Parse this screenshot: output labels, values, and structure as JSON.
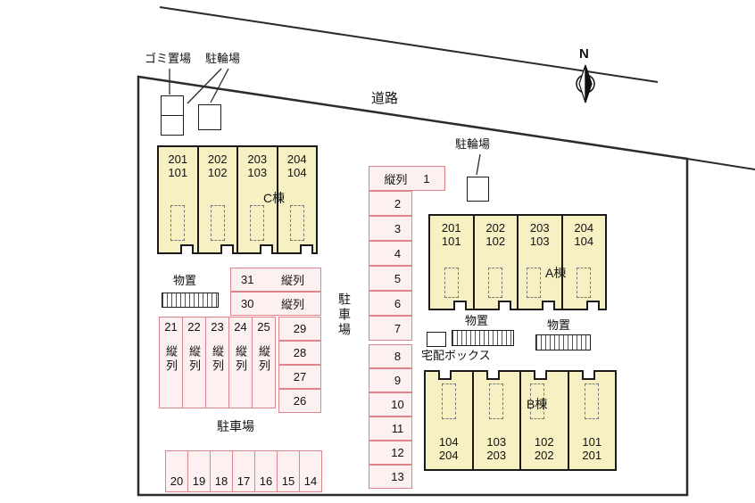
{
  "colors": {
    "building_fill": "#f6f0c2",
    "building_border": "#1a1a1a",
    "parking_fill": "#fcf0f0",
    "parking_border": "#dd848c",
    "boundary": "#2b2b2b"
  },
  "labels": {
    "garbage": "ゴミ置場",
    "bicycle_top": "駐輪場",
    "bicycle_a": "駐輪場",
    "road": "道路",
    "north": "N",
    "storage_left": "物置",
    "storage_mid": "物置",
    "storage_right": "物置",
    "delivery_box": "宅配ボックス",
    "parking_side": "駐車場",
    "parking_bottom": "駐車場"
  },
  "buildings": {
    "c": {
      "name": "C棟",
      "units": [
        {
          "upper": "201",
          "lower": "101"
        },
        {
          "upper": "202",
          "lower": "102"
        },
        {
          "upper": "203",
          "lower": "103"
        },
        {
          "upper": "204",
          "lower": "104"
        }
      ]
    },
    "a": {
      "name": "A棟",
      "units": [
        {
          "upper": "201",
          "lower": "101"
        },
        {
          "upper": "202",
          "lower": "102"
        },
        {
          "upper": "203",
          "lower": "103"
        },
        {
          "upper": "204",
          "lower": "104"
        }
      ]
    },
    "b": {
      "name": "B棟",
      "units": [
        {
          "upper": "104",
          "lower": "204"
        },
        {
          "upper": "103",
          "lower": "203"
        },
        {
          "upper": "102",
          "lower": "202"
        },
        {
          "upper": "101",
          "lower": "201"
        }
      ]
    }
  },
  "parking": {
    "col1_header": {
      "label": "縦列",
      "number": "1"
    },
    "col1_upper": [
      "2",
      "3",
      "4",
      "5",
      "6",
      "7"
    ],
    "col1_lower": [
      "8",
      "9",
      "10",
      "11",
      "12",
      "13"
    ],
    "left_block": [
      {
        "number": "21",
        "label": "縦列"
      },
      {
        "number": "22",
        "label": "縦列"
      },
      {
        "number": "23",
        "label": "縦列"
      },
      {
        "number": "24",
        "label": "縦列"
      },
      {
        "number": "25",
        "label": "縦列"
      }
    ],
    "wide_cells": [
      {
        "number": "31",
        "label": "縦列"
      },
      {
        "number": "30",
        "label": "縦列"
      }
    ],
    "mid_column": [
      "29",
      "28",
      "27",
      "26"
    ],
    "bottom_row": [
      "20",
      "19",
      "18",
      "17",
      "16",
      "15",
      "14"
    ]
  }
}
